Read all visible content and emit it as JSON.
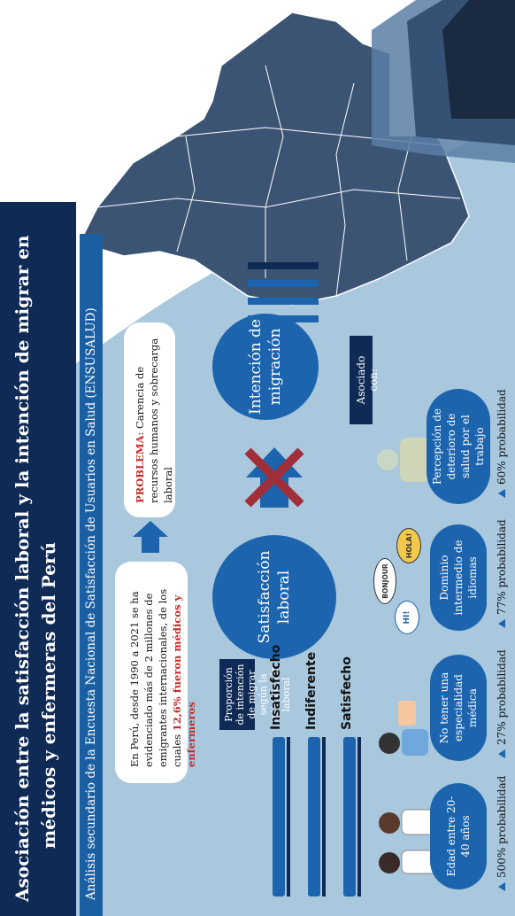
{
  "title": {
    "line1": "Asociación entre la satisfacción laboral y la intención de migrar en",
    "line2": "médicos y enfermeras del Perú"
  },
  "subtitle": "Análisis secundario de la Encuesta Nacional de Satisfacción de Usuarios en Salud (ENSUSALUD)",
  "context": {
    "text_before": "En Perú, desde 1990 a 2021 se ha evidenciado más de 2 millones de emigrantes internacionales, de los cuales ",
    "highlight": "12,6% fueron médicos y enfermeros"
  },
  "problem": {
    "label": "PROBLEMA",
    "text": ": Carencia de recursos humanos y sobrecarga laboral"
  },
  "circles": {
    "satisfaction": "Satisfacción laboral",
    "migration": "Intención de migración"
  },
  "proportion": {
    "title": "Proporción de intención de migrar según la satisfacción laboral",
    "rows": [
      {
        "label": "Insatisfecho"
      },
      {
        "label": "Indiferente"
      },
      {
        "label": "Satisfecho"
      }
    ]
  },
  "associated": {
    "label": "Asociado con:",
    "factors": [
      {
        "text": "Edad entre 20-40 años",
        "prob": "500% probabilidad"
      },
      {
        "text": "No tener una especialidad médica",
        "prob": "27% probabilidad"
      },
      {
        "text": "Dominio intermedio de idiomas",
        "prob": "77% probabilidad"
      },
      {
        "text": "Percepción de deterioro de salud por el trabajo",
        "prob": "60% probabilidad"
      }
    ]
  },
  "bubbles": {
    "hi": "HI!",
    "bonjour": "BONJOUR",
    "hola": "HOLA!"
  },
  "colors": {
    "navy": "#0f2a55",
    "blue": "#1c64ad",
    "light_blue": "#a9c8de",
    "red": "#c22a2a",
    "map": "#3c5474"
  }
}
